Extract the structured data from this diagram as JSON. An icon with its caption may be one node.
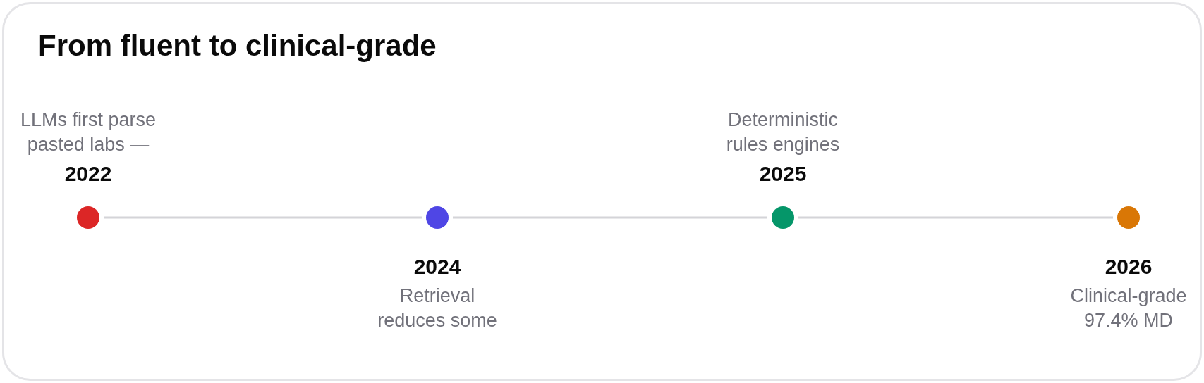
{
  "diagram": {
    "title": "From fluent to clinical-grade",
    "nodes": [
      {
        "text": [],
        "shape": "circle",
        "beside": [
          "2022",
          "LLMs first parse pasted labs —"
        ]
      },
      {
        "text": [],
        "shape": "circle",
        "beside": [
          "2024",
          "Retrieval reduces some"
        ]
      },
      {
        "text": [],
        "shape": "circle",
        "beside": [
          "2025",
          "Deterministic rules engines"
        ]
      },
      {
        "text": [],
        "shape": "circle",
        "beside": [
          "2026",
          "Clinical-grade 97.4% MD"
        ]
      }
    ],
    "edges": [
      {
        "from": 0,
        "to": 1,
        "arrow": "none"
      },
      {
        "from": 1,
        "to": 2,
        "arrow": "none"
      },
      {
        "from": 2,
        "to": 3,
        "arrow": "none"
      }
    ]
  }
}
